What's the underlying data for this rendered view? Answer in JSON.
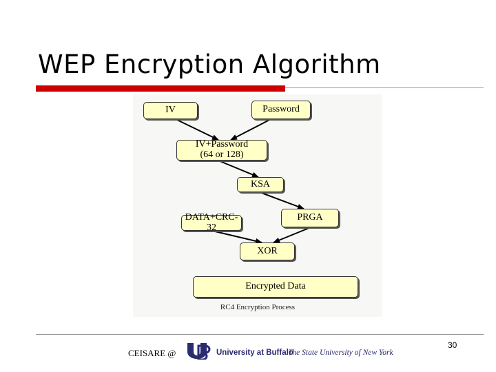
{
  "slide": {
    "title": "WEP Encryption Algorithm",
    "page_number": "30",
    "footer_left": "CEISARE @",
    "footer_logo_primary": "University at Buffalo",
    "footer_logo_secondary": "The State University of New York",
    "accent_color": "#cc0000"
  },
  "diagram": {
    "nodes": {
      "iv": "IV",
      "password": "Password",
      "iv_password": "IV+Password\n(64 or 128)",
      "ksa": "KSA",
      "prga": "PRGA",
      "data_crc": "DATA+CRC-32",
      "xor": "XOR",
      "encrypted": "Encrypted Data"
    },
    "edges": [
      {
        "from": "IV",
        "to": "IV+Password"
      },
      {
        "from": "Password",
        "to": "IV+Password"
      },
      {
        "from": "IV+Password",
        "to": "KSA"
      },
      {
        "from": "KSA",
        "to": "PRGA"
      },
      {
        "from": "DATA+CRC-32",
        "to": "XOR"
      },
      {
        "from": "PRGA",
        "to": "XOR"
      }
    ],
    "caption": "RC4 Encryption Process",
    "box_fill": "#ffffc6"
  }
}
